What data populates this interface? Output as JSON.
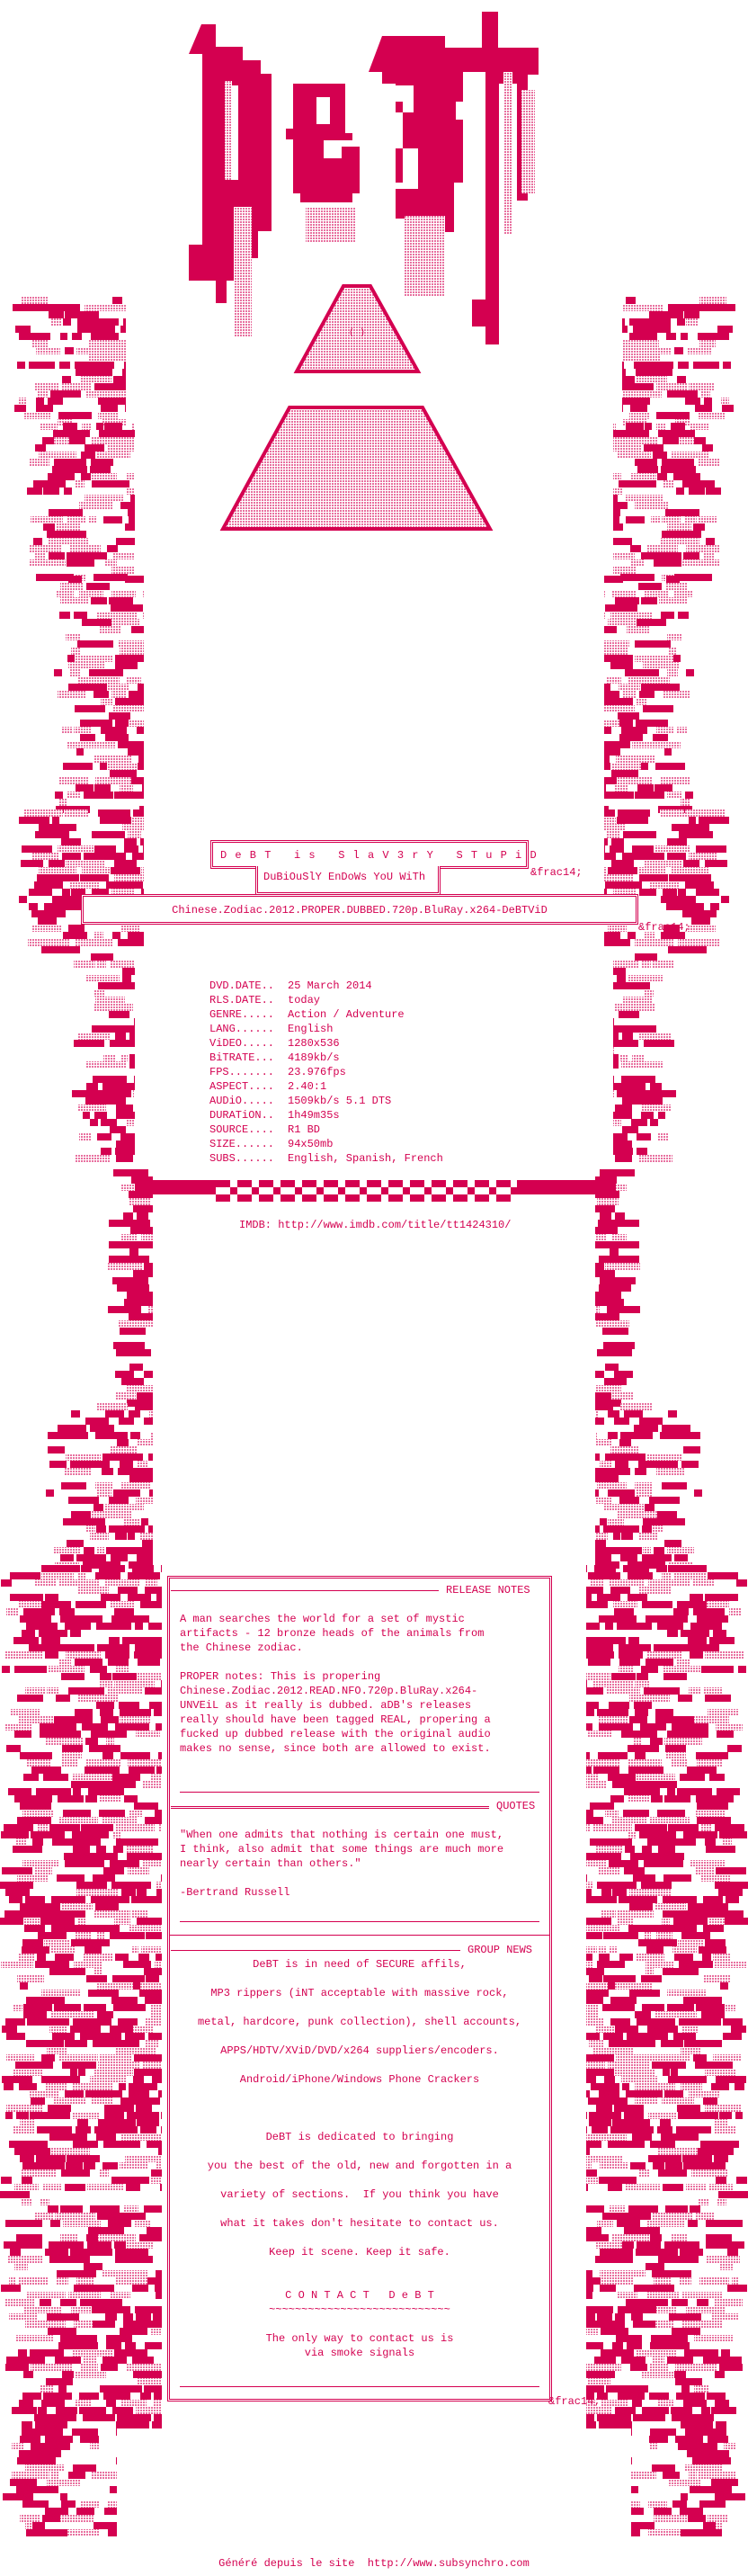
{
  "colors": {
    "primary": "#d40050",
    "shade": "#f3a6c6"
  },
  "logo": {
    "text": "DeBT"
  },
  "banner": {
    "title": "D e B T   i s   S l a V 3 r Y   S T u P i D",
    "subtitle": "DuBiOuSlY EnDoWs YoU WiTh",
    "release_name": "Chinese.Zodiac.2012.PROPER.DUBBED.720p.BluRay.x264-DeBTViD",
    "frac_marker": "&frac14;"
  },
  "info": [
    {
      "label": "DVD.DATE..",
      "value": "25 March 2014"
    },
    {
      "label": "RLS.DATE..",
      "value": "today"
    },
    {
      "label": "GENRE.....",
      "value": "Action / Adventure"
    },
    {
      "label": "LANG......",
      "value": "English"
    },
    {
      "label": "ViDEO.....",
      "value": "1280x536"
    },
    {
      "label": "BiTRATE...",
      "value": "4189kb/s"
    },
    {
      "label": "FPS.......",
      "value": "23.976fps"
    },
    {
      "label": "ASPECT....",
      "value": "2.40:1"
    },
    {
      "label": "AUDiO.....",
      "value": "1509kb/s 5.1 DTS"
    },
    {
      "label": "DURATiON..",
      "value": "1h49m35s"
    },
    {
      "label": "SOURCE....",
      "value": "R1 BD"
    },
    {
      "label": "SIZE......",
      "value": "94x50mb"
    },
    {
      "label": "SUBS......",
      "value": "English, Spanish, French"
    }
  ],
  "imdb": "IMDB: http://www.imdb.com/title/tt1424310/",
  "release_notes": {
    "header": "RELEASE NOTES",
    "lines": [
      "A man searches the world for a set of mystic",
      "artifacts - 12 bronze heads of the animals from",
      "the Chinese zodiac.",
      "",
      "PROPER notes: This is propering",
      "Chinese.Zodiac.2012.READ.NFO.720p.BluRay.x264-",
      "UNVEiL as it really is dubbed. aDB's releases",
      "really should have been tagged REAL, propering a",
      "fucked up dubbed release with the original audio",
      "makes no sense, since both are allowed to exist."
    ]
  },
  "quotes": {
    "header": "QUOTES",
    "lines": [
      "\"When one admits that nothing is certain one must,",
      "I think, also admit that some things are much more",
      "nearly certain than others.\"",
      "",
      "-Bertrand Russell"
    ]
  },
  "group_news": {
    "header": "GROUP NEWS",
    "lines": [
      "DeBT is in need of SECURE affils,",
      "MP3 rippers (iNT acceptable with massive rock,",
      "metal, hardcore, punk collection), shell accounts,",
      "APPS/HDTV/XViD/DVD/x264 suppliers/encoders.",
      "Android/iPhone/Windows Phone Crackers",
      "",
      "DeBT is dedicated to bringing",
      "you the best of the old, new and forgotten in a",
      "variety of sections.  If you think you have",
      "what it takes don't hesitate to contact us.",
      "Keep it scene. Keep it safe."
    ],
    "contact_title": "C O N T A C T   D e B T",
    "tildes": "~~~~~~~~~~~~~~~~~~~~~~~~~~~~",
    "contact_lines": [
      "The only way to contact us is",
      "via smoke signals"
    ]
  },
  "footer": "Généré depuis le site  http://www.subsynchro.com"
}
